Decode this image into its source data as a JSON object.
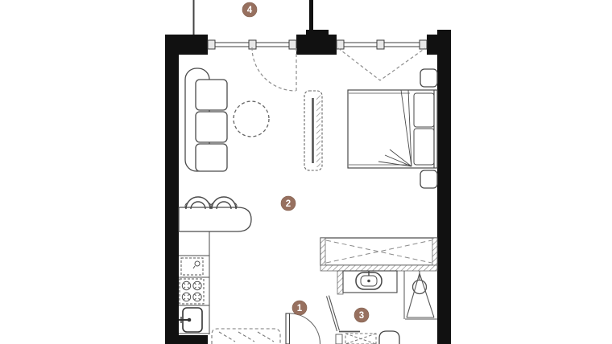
{
  "plan": {
    "markers": [
      {
        "label": "1"
      },
      {
        "label": "2"
      },
      {
        "label": "3"
      },
      {
        "label": "4"
      }
    ],
    "colors": {
      "marker_fill": "#97705F",
      "marker_text": "#FFFFFF",
      "wall": "#111111",
      "line": "#4A4A4A"
    }
  }
}
